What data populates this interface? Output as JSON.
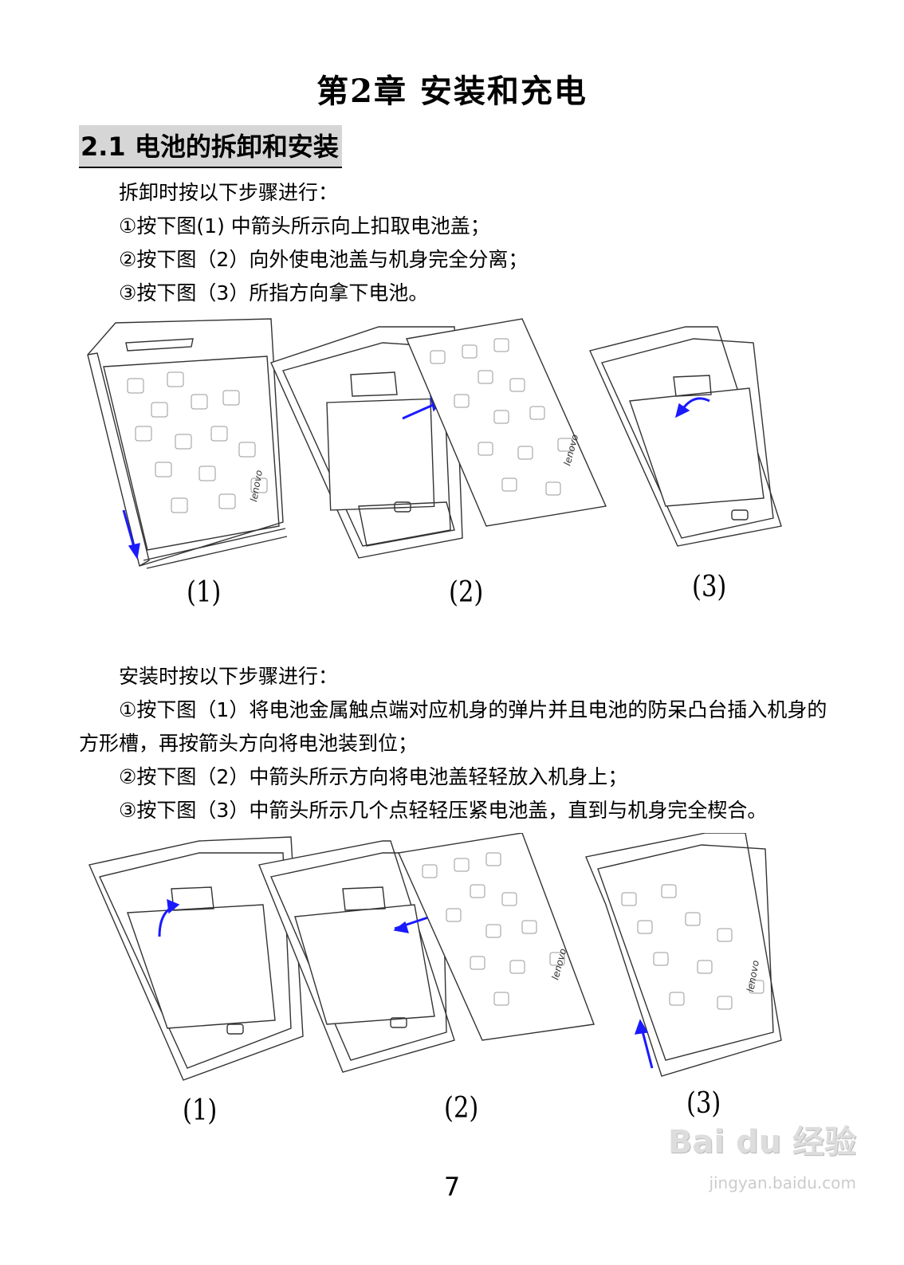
{
  "chapter_title": "第2章  安装和充电",
  "section_title": "2.1  电池的拆卸和安装",
  "remove": {
    "lines": [
      "拆卸时按以下步骤进行：",
      "①按下图(1) 中箭头所示向上扣取电池盖；",
      "②按下图（2）向外使电池盖与机身完全分离；",
      "③按下图（3）所指方向拿下电池。"
    ],
    "captions": [
      "(1)",
      "(2)",
      "(3)"
    ]
  },
  "install": {
    "lines": [
      "安装时按以下步骤进行：",
      "①按下图（1）将电池金属触点端对应机身的弹片并且电池的防呆凸台插入机身的方形槽，再按箭头方向将电池装到位；",
      "②按下图（2）中箭头所示方向将电池盖轻轻放入机身上；",
      "③按下图（3）中箭头所示几个点轻轻压紧电池盖，直到与机身完全楔合。"
    ],
    "captions": [
      "(1)",
      "(2)",
      "(3)"
    ]
  },
  "logo_text": "lenovo",
  "page_number": "7",
  "watermark": {
    "brand": "Bai du 经验",
    "url": "jingyan.baidu.com"
  },
  "colors": {
    "arrow": "#1a1aff",
    "line": "#333333",
    "section_bg": "#d6d6d6"
  }
}
